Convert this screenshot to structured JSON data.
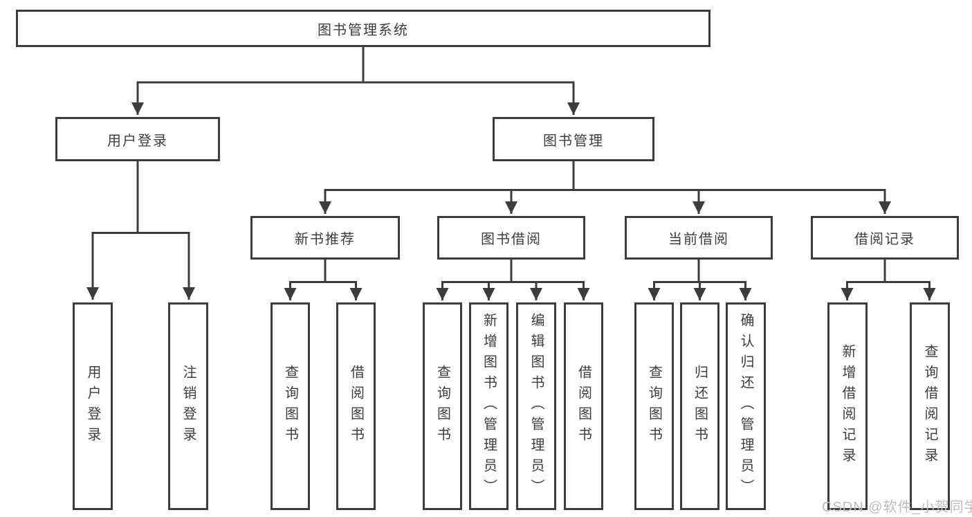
{
  "colors": {
    "line": "#3c3c3c",
    "box_border": "#3c3c3c",
    "text": "#3d3d3d",
    "watermark_text_color": "#bdbdbd",
    "background": "#ffffff"
  },
  "watermark": {
    "text": "CSDN @软件_小贺同学"
  },
  "diagram": {
    "root": {
      "label": "图书管理系统"
    },
    "level2": [
      {
        "label": "用户登录",
        "parent": "图书管理系统"
      },
      {
        "label": "图书管理",
        "parent": "图书管理系统"
      }
    ],
    "level3": [
      {
        "label": "新书推荐",
        "parent": "图书管理"
      },
      {
        "label": "图书借阅",
        "parent": "图书管理"
      },
      {
        "label": "当前借阅",
        "parent": "图书管理"
      },
      {
        "label": "借阅记录",
        "parent": "图书管理"
      }
    ],
    "leaves": [
      {
        "label": "用户登录",
        "parent": "用户登录"
      },
      {
        "label": "注销登录",
        "parent": "用户登录"
      },
      {
        "label": "查询图书",
        "parent": "新书推荐"
      },
      {
        "label": "借阅图书",
        "parent": "新书推荐"
      },
      {
        "label": "查询图书",
        "parent": "图书借阅"
      },
      {
        "label": "新增图书（管理员）",
        "parent": "图书借阅"
      },
      {
        "label": "编辑图书（管理员）",
        "parent": "图书借阅"
      },
      {
        "label": "借阅图书",
        "parent": "图书借阅"
      },
      {
        "label": "查询图书",
        "parent": "当前借阅"
      },
      {
        "label": "归还图书",
        "parent": "当前借阅"
      },
      {
        "label": "确认归还（管理员）",
        "parent": "当前借阅"
      },
      {
        "label": "新增借阅记录",
        "parent": "借阅记录"
      },
      {
        "label": "查询借阅记录",
        "parent": "借阅记录"
      }
    ]
  }
}
